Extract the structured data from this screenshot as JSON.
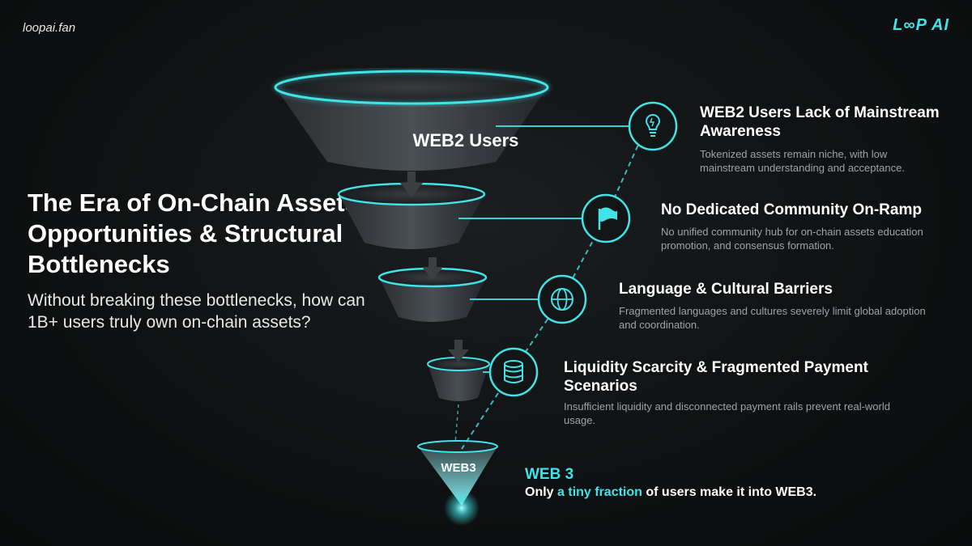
{
  "header": {
    "site": "loopai.fan",
    "logo": "L∞P AI"
  },
  "headline": "The Era of On-Chain Assets: Opportunities & Structural Bottlenecks",
  "subheadline": "Without breaking these bottlenecks, how can 1B+ users truly own on-chain assets?",
  "funnel": {
    "top_label": "WEB2 Users",
    "bottom_label": "WEB3"
  },
  "accent_color": "#3fe3e8",
  "tiers": [
    {
      "icon": "lightbulb-icon",
      "title": "WEB2 Users Lack of Mainstream Awareness",
      "description": "Tokenized assets remain niche, with low mainstream understanding and acceptance."
    },
    {
      "icon": "flag-icon",
      "title": "No Dedicated Community On-Ramp",
      "description": "No unified community hub for on-chain assets education promotion, and consensus formation."
    },
    {
      "icon": "globe-icon",
      "title": "Language & Cultural Barriers",
      "description": "Fragmented languages and cultures severely limit global adoption and coordination."
    },
    {
      "icon": "database-icon",
      "title": "Liquidity Scarcity & Fragmented Payment Scenarios",
      "description": "Insufficient liquidity and disconnected payment rails prevent real-world usage."
    }
  ],
  "web3": {
    "title": "WEB 3",
    "line_before": "Only ",
    "highlight": "a tiny fraction",
    "line_after": " of users make it into WEB3."
  }
}
